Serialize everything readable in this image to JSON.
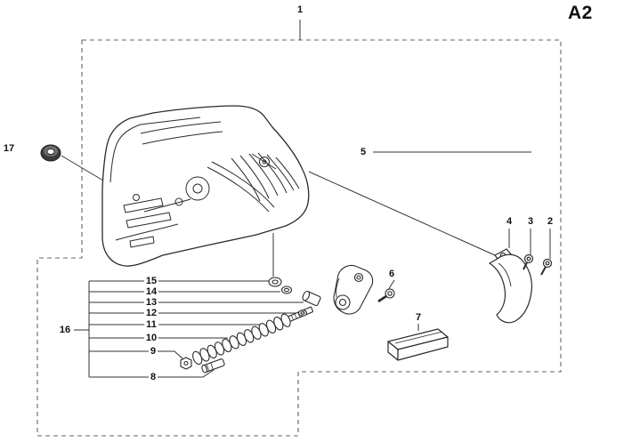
{
  "sheet": {
    "code": "A2"
  },
  "callouts": {
    "c1": "1",
    "c2": "2",
    "c3": "3",
    "c4": "4",
    "c5": "5",
    "c6": "6",
    "c7": "7",
    "c8": "8",
    "c9": "9",
    "c10": "10",
    "c11": "11",
    "c12": "12",
    "c13": "13",
    "c14": "14",
    "c15": "15",
    "c16": "16",
    "c17": "17"
  },
  "colors": {
    "line": "#2b2b2b",
    "dashed_border": "#666666",
    "background": "#ffffff",
    "dark_fill": "#3a3a3a"
  }
}
